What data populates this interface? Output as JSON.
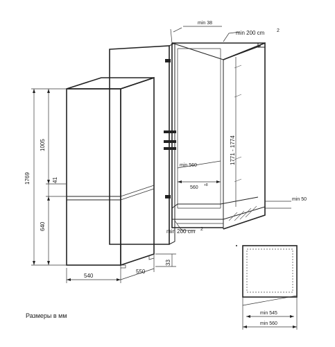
{
  "caption": "Размеры в мм",
  "fridge": {
    "total_height": "1769",
    "upper_section": "1005",
    "gap": "41",
    "lower_section": "640",
    "foot": "33",
    "width": "540",
    "depth": "550"
  },
  "niche": {
    "top_clearance": "min 38",
    "top_vent": "min 200 cm",
    "top_vent_sup": "2",
    "height_range": "1771 - 1774",
    "inner_width_min": "min 560",
    "inner_width": "560",
    "inner_width_tol": "+8",
    "rear_gap": "min 50",
    "bottom_vent": "min 200 cm",
    "bottom_vent_sup": "2"
  },
  "plan": {
    "min_width_1": "min 545",
    "min_width_2": "min 560"
  }
}
